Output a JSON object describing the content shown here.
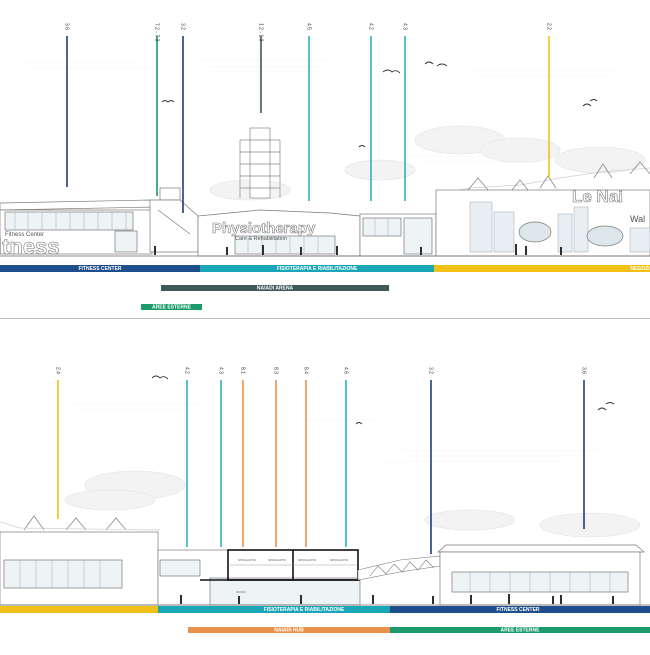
{
  "colors": {
    "fitness": "#1f4e8c",
    "fisioterapia": "#1aa6b7",
    "neutral": "#f2c118",
    "arena": "#3d5a5c",
    "green": "#1b9a6b",
    "hub": "#e9914a",
    "teal_light": "#2bb3c0",
    "blue_dark": "#1d3f7a"
  },
  "top_section": {
    "markers": [
      {
        "label": "3.6",
        "color": "blue_dark"
      },
      {
        "label": "7.2 - 7.3",
        "color": "green"
      },
      {
        "label": "3.2",
        "color": "blue_dark"
      },
      {
        "label": "1.2 - 1.3",
        "color": "arena"
      },
      {
        "label": "4.5",
        "color": "teal_light"
      },
      {
        "label": "4.2",
        "color": "teal_light"
      },
      {
        "label": "4.3",
        "color": "teal_light"
      },
      {
        "label": "2.2",
        "color": "neutral"
      }
    ],
    "signs": {
      "fitness_partial": "itness",
      "fitness_small": "Fitness Center",
      "physio_title": "Physiotherapy",
      "physio_sub": "Care & Rehabilitation",
      "naiadi_partial": "Le Nai",
      "wall_partial": "Wal"
    },
    "bands": [
      {
        "label": "FITNESS CENTER",
        "color": "fitness"
      },
      {
        "label": "FISIOTERAPIA E RIABILITAZIONE",
        "color": "fisioterapia"
      },
      {
        "label": "NEGOZI",
        "color": "neutral"
      }
    ],
    "sub_bands": [
      {
        "label": "NAIADI ARENA",
        "color": "arena"
      },
      {
        "label": "AREE ESTERNE",
        "color": "green"
      }
    ]
  },
  "bottom_section": {
    "markers": [
      {
        "label": "2.4",
        "color": "neutral"
      },
      {
        "label": "4.2",
        "color": "teal_light"
      },
      {
        "label": "4.3",
        "color": "teal_light"
      },
      {
        "label": "8.1",
        "color": "hub"
      },
      {
        "label": "8.3",
        "color": "hub"
      },
      {
        "label": "8.4",
        "color": "hub"
      },
      {
        "label": "4.6",
        "color": "teal_light"
      },
      {
        "label": "3.2",
        "color": "blue_dark"
      },
      {
        "label": "3.6",
        "color": "blue_dark"
      }
    ],
    "room_labels": [
      "SPOGLIATOI",
      "SPOGLIATOI",
      "SPOGLIATOI",
      "SPOGLIATOI",
      "UFFICI"
    ],
    "bands": [
      {
        "label": "",
        "color": "neutral"
      },
      {
        "label": "FISIOTERAPIA E RIABILITAZIONE",
        "color": "fisioterapia"
      },
      {
        "label": "FITNESS CENTER",
        "color": "fitness"
      }
    ],
    "sub_bands": [
      {
        "label": "NAIADI HUB",
        "color": "hub"
      },
      {
        "label": "AREE ESTERNE",
        "color": "green"
      }
    ]
  }
}
